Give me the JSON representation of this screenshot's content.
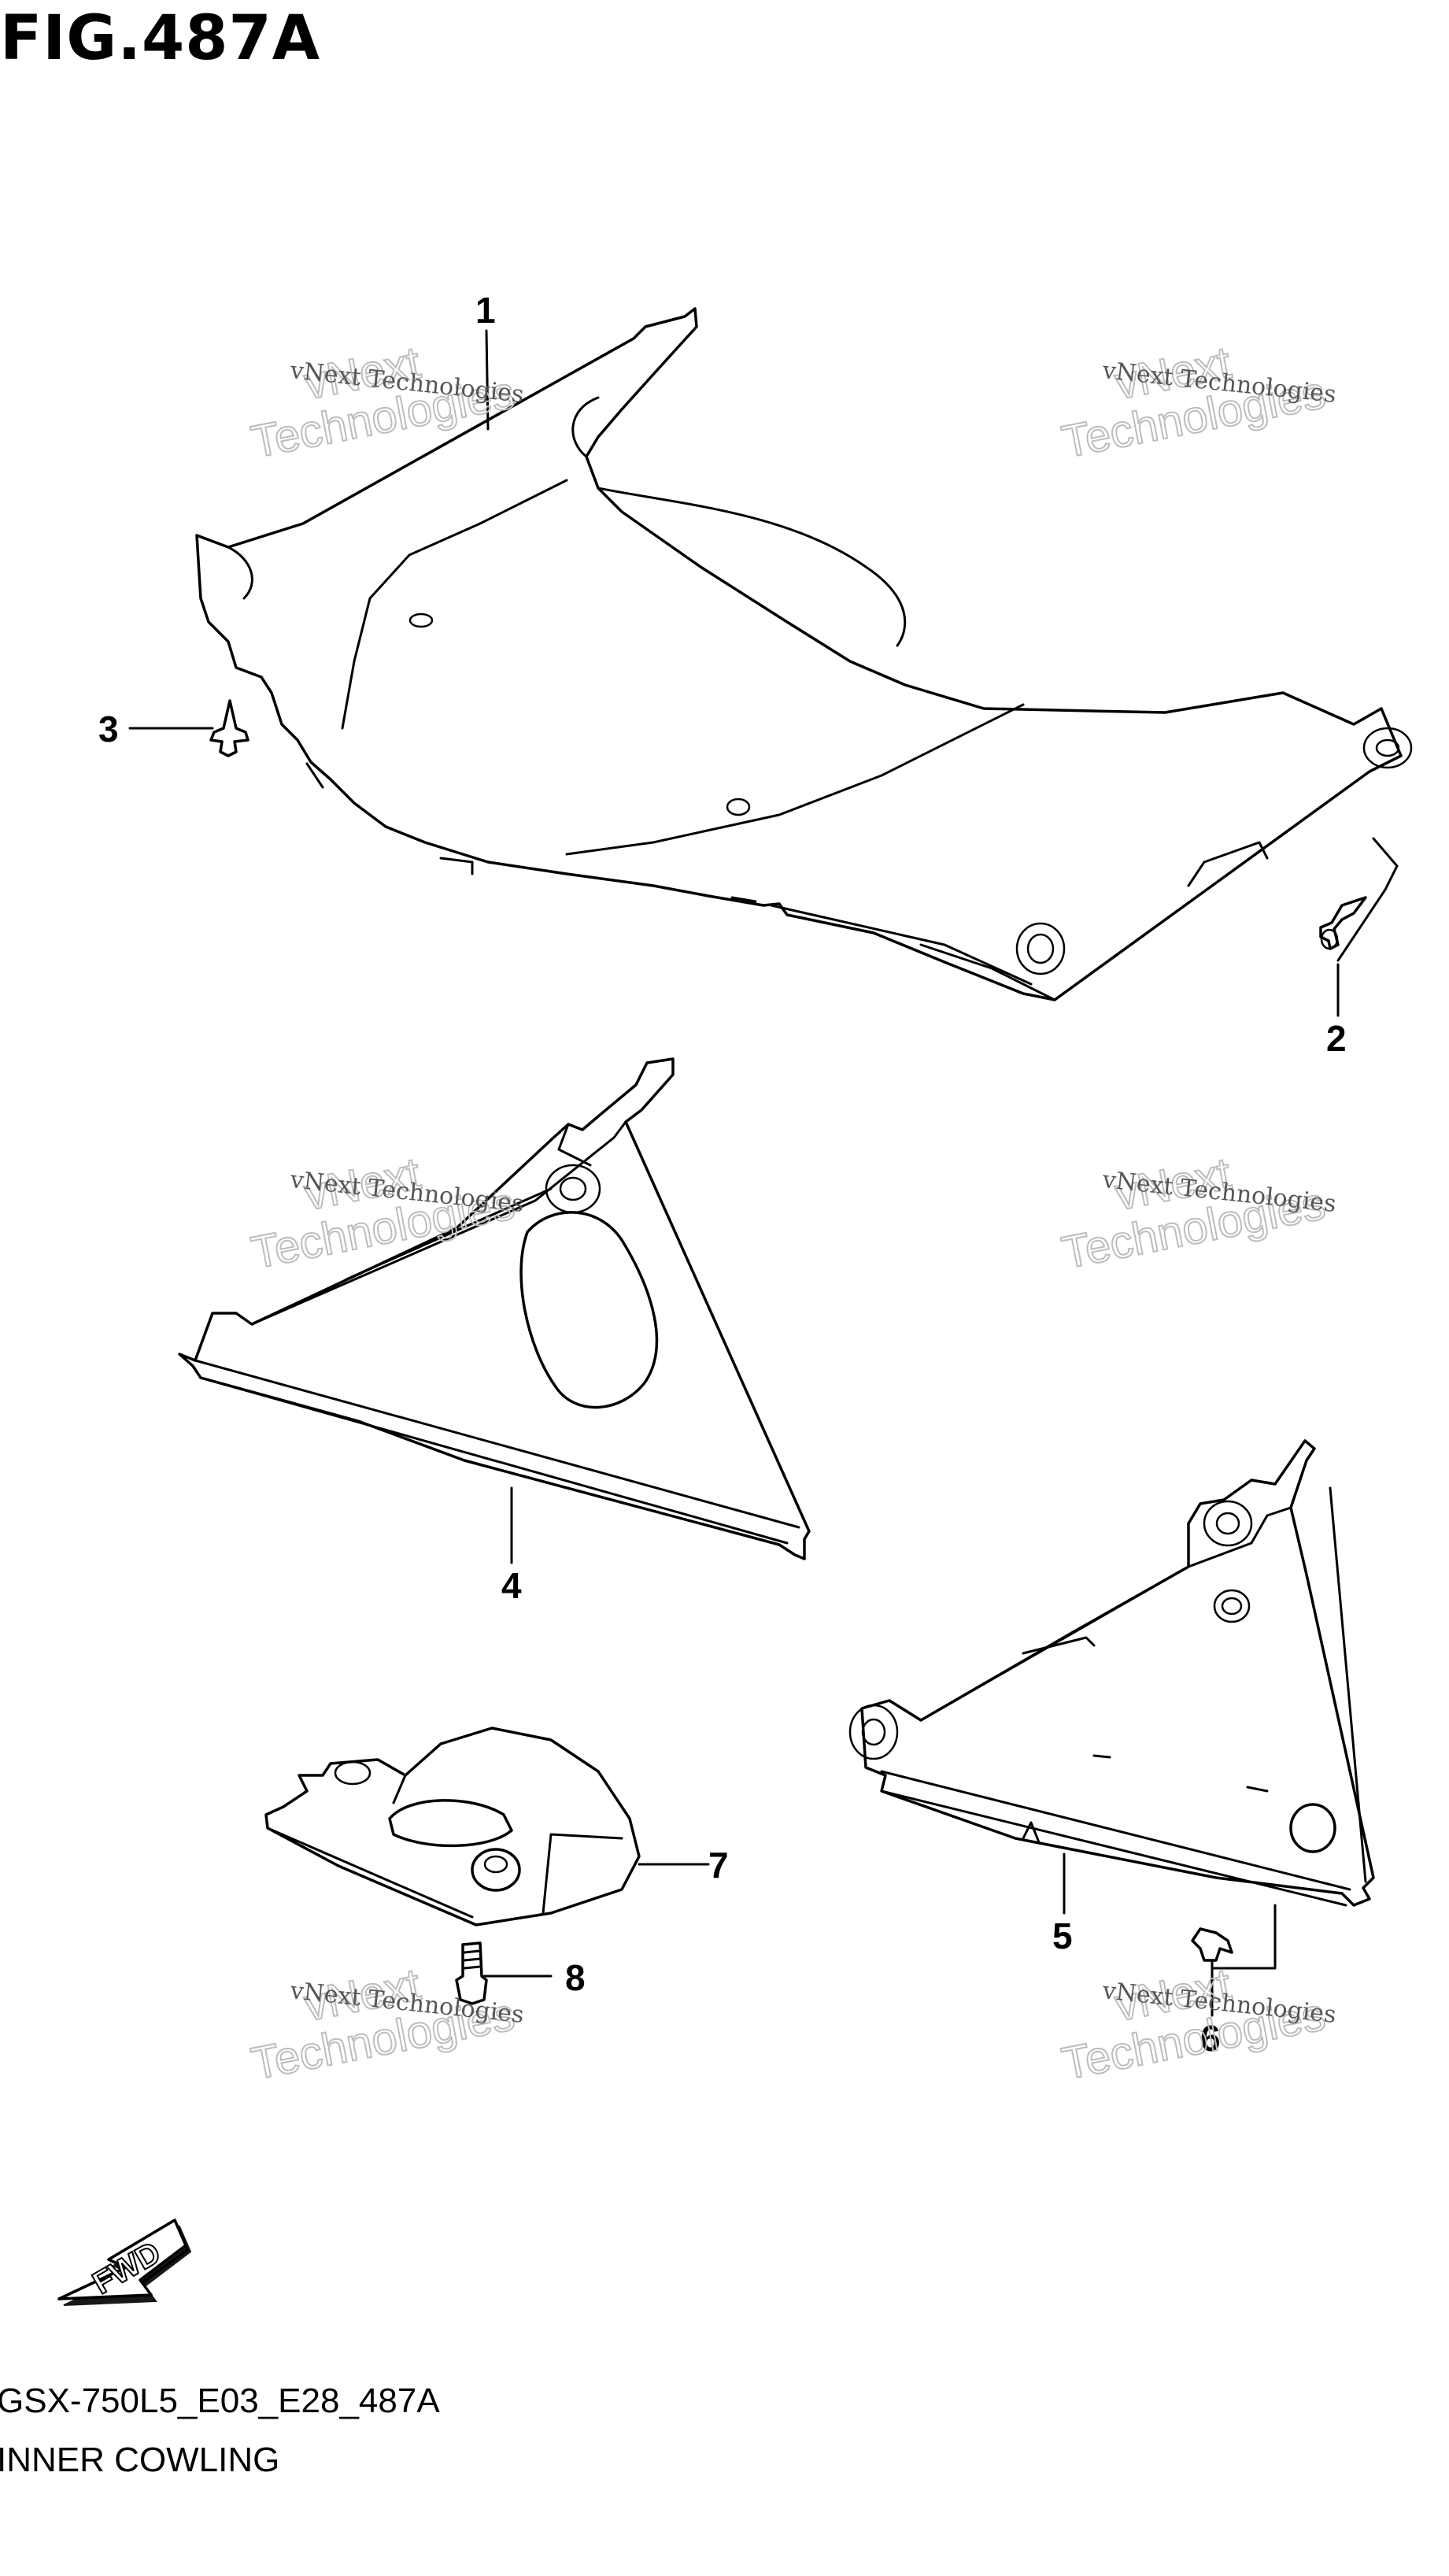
{
  "figure": {
    "title": "FIG.487A",
    "model_code": "GSX-750L5_E03_E28_487A",
    "assembly_name": "INNER COWLING"
  },
  "callouts": [
    "1",
    "2",
    "3",
    "4",
    "5",
    "6",
    "7",
    "8"
  ],
  "watermark": {
    "small_text": "vNext Technologies",
    "big_line_1": "vNext",
    "big_line_2": "Technologies"
  },
  "direction_arrow": {
    "label": "FWD",
    "icon": "fwd-arrow-icon"
  }
}
